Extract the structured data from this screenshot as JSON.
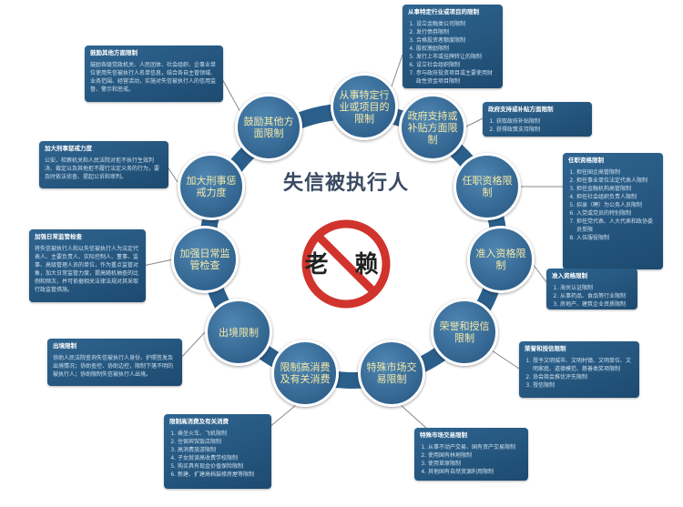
{
  "center": {
    "title": "失信被执行人",
    "badge": "老 赖"
  },
  "colors": {
    "ring": "#2b5f8b",
    "node_text": "#f4e9a8",
    "ban": "#d0342c",
    "box": "#26587f"
  },
  "nodes": [
    "从事特定行业或项目的限制",
    "政府支持或补贴方面限制",
    "任职资格限制",
    "准入资格限制",
    "荣誉和授信限制",
    "特殊市场交易限制",
    "限制高消费及有关消费",
    "出境限制",
    "加强日常监管检查",
    "加大刑事惩戒力度",
    "鼓励其他方面限制"
  ],
  "boxes": {
    "industry": {
      "title": "从事特定行业或项目的限制",
      "items": [
        "设立金融类公司限制",
        "发行债券限制",
        "合格投资者额度限制",
        "股权激励限制",
        "发行上市或挂牌转让的限制",
        "设立社会组织限制",
        "参与政府投资项目或主要使用财政性资金项目限制"
      ]
    },
    "government": {
      "title": "政府支持或补贴方面限制",
      "items": [
        "获取政府补贴限制",
        "获得政策支持限制"
      ]
    },
    "position": {
      "title": "任职资格限制",
      "items": [
        "担任国企高管限制",
        "担任事业单位法定代表人限制",
        "担任金融机构高管限制",
        "担任社会组织负责人限制",
        "招录（聘）为公务人员限制",
        "入党或党员的特别限制",
        "担任党代表、人大代表和政协委员受限",
        "入伍服役限制"
      ]
    },
    "access": {
      "title": "准入资格限制",
      "items": [
        "海关认证限制",
        "从事药品、食品等行业限制",
        "房地产、建筑企业资质限制"
      ]
    },
    "honor": {
      "title": "荣誉和授信限制",
      "items": [
        "授予文明城市、文明村镇、文明单位、文明家庭、道德模范、慈善类奖项限制",
        "协会商会推优评先限制",
        "授信限制"
      ]
    },
    "market": {
      "title": "特殊市场交易限制",
      "items": [
        "从事不动产交易、国有资产交易限制",
        "使用国有林地限制",
        "使用草原限制",
        "其他国有自然资源利用限制"
      ]
    },
    "consumption": {
      "title": "限制高消费及有关消费",
      "items": [
        "乘坐火车、飞机限制",
        "住宿宾馆饭店限制",
        "高消费旅游限制",
        "子女就读高收费学校限制",
        "购买具有现金价值保险限制",
        "新建、扩建高档装修房屋等限制"
      ]
    },
    "exit": {
      "title": "出境限制",
      "text": "协助人民法院查询失信被执行人身份、护照签发及出境情况；协助查控、协助边控，限制下落不明的被执行人；协助限制失信被执行人出境。"
    },
    "supervision": {
      "title": "加强日常监管检查",
      "text": "将失信被执行人和以失信被执行人为法定代表人、主要负责人、实际控制人、董事、监事、高级管理人员的单位，作为重点监管对象，加大日常监管力度，提高随机抽查的比例和频次，并可依据相关法律法规对其采取行政监管措施。"
    },
    "criminal": {
      "title": "加大刑事惩戒力度",
      "text": "公安、检察机关和人民法院对拒不执行生效判决、裁定以及其他拒不履行法定义务的行为，要及时依法侦查、提起公诉和审判。"
    },
    "encourage": {
      "title": "鼓励其他方面限制",
      "text": "鼓励各级党政机关、人民团体、社会组织、企事业单位使用失信被执行人名单信息，结合各自主管领域、业务范围、经营活动，实施对失信被执行人的信用监督、警示和惩戒。"
    }
  }
}
